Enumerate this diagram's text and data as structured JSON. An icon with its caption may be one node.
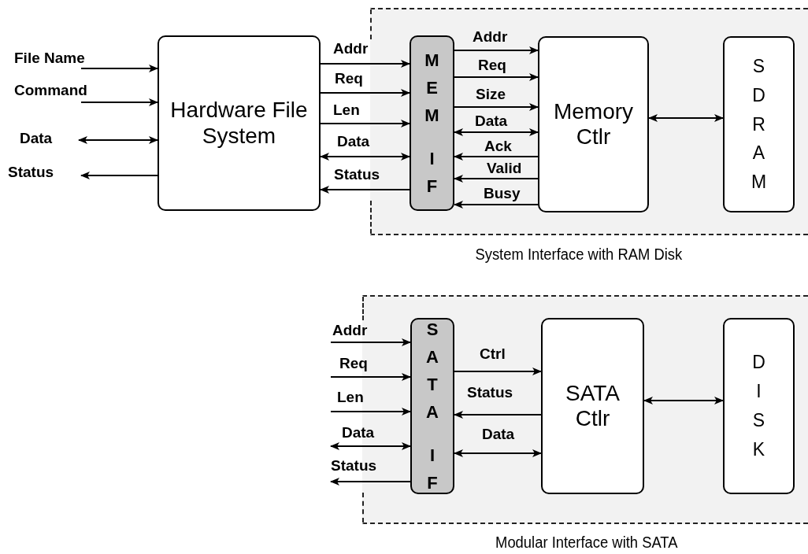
{
  "diagram": {
    "nodes": [
      {
        "text": [
          "Hardware File System"
        ]
      },
      {
        "text": [
          "System Interface with RAM Disk"
        ]
      },
      {
        "text": [
          "MEM IF"
        ],
        "in": 1
      },
      {
        "text": [
          "Memory Ctlr"
        ],
        "in": 1
      },
      {
        "text": [
          "SDRAM"
        ],
        "in": 1
      },
      {
        "text": [
          "Modular Interface with SATA"
        ]
      },
      {
        "text": [
          "SATA IF"
        ],
        "in": 5
      },
      {
        "text": [
          "SATA Ctlr"
        ],
        "in": 5
      },
      {
        "text": [
          "DISK"
        ],
        "in": 5
      }
    ],
    "edges": [
      {
        "from": null,
        "to": 0,
        "arrow": "to",
        "label": "File Name"
      },
      {
        "from": null,
        "to": 0,
        "arrow": "to",
        "label": "Command"
      },
      {
        "from": null,
        "to": 0,
        "arrow": "both",
        "label": "Data"
      },
      {
        "from": 0,
        "to": null,
        "arrow": "to",
        "label": "Status"
      },
      {
        "from": 0,
        "to": 2,
        "arrow": "to",
        "label": "Addr"
      },
      {
        "from": 0,
        "to": 2,
        "arrow": "to",
        "label": "Req"
      },
      {
        "from": 0,
        "to": 2,
        "arrow": "to",
        "label": "Len"
      },
      {
        "from": 0,
        "to": 2,
        "arrow": "both",
        "label": "Data"
      },
      {
        "from": 2,
        "to": 0,
        "arrow": "to",
        "label": "Status"
      },
      {
        "from": 2,
        "to": 3,
        "arrow": "to",
        "label": "Addr"
      },
      {
        "from": 2,
        "to": 3,
        "arrow": "to",
        "label": "Req"
      },
      {
        "from": 2,
        "to": 3,
        "arrow": "to",
        "label": "Size"
      },
      {
        "from": 2,
        "to": 3,
        "arrow": "both",
        "label": "Data"
      },
      {
        "from": 3,
        "to": 2,
        "arrow": "to",
        "label": "Ack"
      },
      {
        "from": 3,
        "to": 2,
        "arrow": "to",
        "label": "Valid"
      },
      {
        "from": 3,
        "to": 2,
        "arrow": "to",
        "label": "Busy"
      },
      {
        "from": 3,
        "to": 4,
        "arrow": "both"
      },
      {
        "from": null,
        "to": 6,
        "arrow": "to",
        "label": "Addr"
      },
      {
        "from": null,
        "to": 6,
        "arrow": "to",
        "label": "Req"
      },
      {
        "from": null,
        "to": 6,
        "arrow": "to",
        "label": "Len"
      },
      {
        "from": null,
        "to": 6,
        "arrow": "both",
        "label": "Data"
      },
      {
        "from": 6,
        "to": null,
        "arrow": "to",
        "label": "Status"
      },
      {
        "from": 6,
        "to": 7,
        "arrow": "to",
        "label": "Ctrl"
      },
      {
        "from": 7,
        "to": 6,
        "arrow": "to",
        "label": "Status"
      },
      {
        "from": 6,
        "to": 7,
        "arrow": "both",
        "label": "Data"
      },
      {
        "from": 7,
        "to": 8,
        "arrow": "both"
      }
    ]
  }
}
